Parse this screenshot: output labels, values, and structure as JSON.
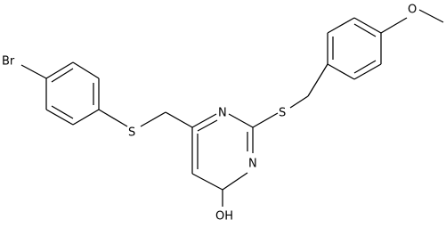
{
  "atom_labels": {
    "br": "Br",
    "s_left": "S",
    "s_right": "S",
    "n_top": "N",
    "n_bottom": "N",
    "o_methoxy": "O",
    "oh": "OH"
  }
}
